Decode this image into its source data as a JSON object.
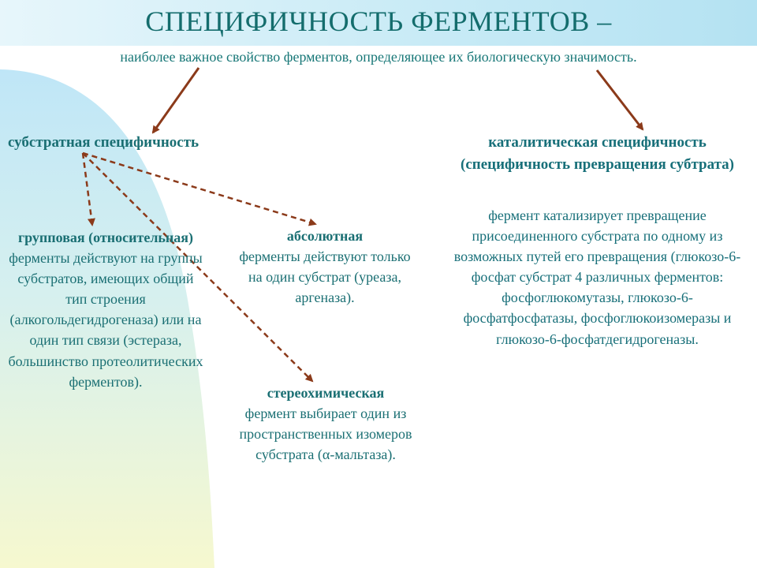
{
  "title": "СПЕЦИФИЧНОСТЬ ФЕРМЕНТОВ –",
  "subtitle": "наиболее важное свойство ферментов, определяющее их биологическую значимость.",
  "colors": {
    "text": "#1a6f73",
    "arrow": "#8b3a1a",
    "header_band": "#c9ebf6"
  },
  "substrate": {
    "heading": "субстратная специфичность",
    "group": {
      "title": "групповая (относительная)",
      "text": "ферменты действуют на группы субстратов, имеющих общий тип строения (алкогольдегидрогеназа) или на один тип связи (эстераза, большинство протеолитических ферментов)."
    },
    "absolute": {
      "title": "абсолютная",
      "text": "ферменты действуют только на один субстрат (уреаза, аргеназа)."
    },
    "stereo": {
      "title": "стереохимическая",
      "text": "фермент выбирает один из пространственных изомеров субстрата (α-мальтаза)."
    }
  },
  "catalytic": {
    "heading": "каталитическая специфичность (специфичность превращения субтрата)",
    "text": "фермент катализирует превращение присоединенного субстрата по одному из возможных путей его превращения (глюкозо-6-фосфат субстрат 4 различных ферментов: фосфоглюкомутазы, глюкозо-6-фосфатфосфатазы, фосфоглюкоизомеразы и глюкозо-6-фосфатдегидрогеназы."
  }
}
